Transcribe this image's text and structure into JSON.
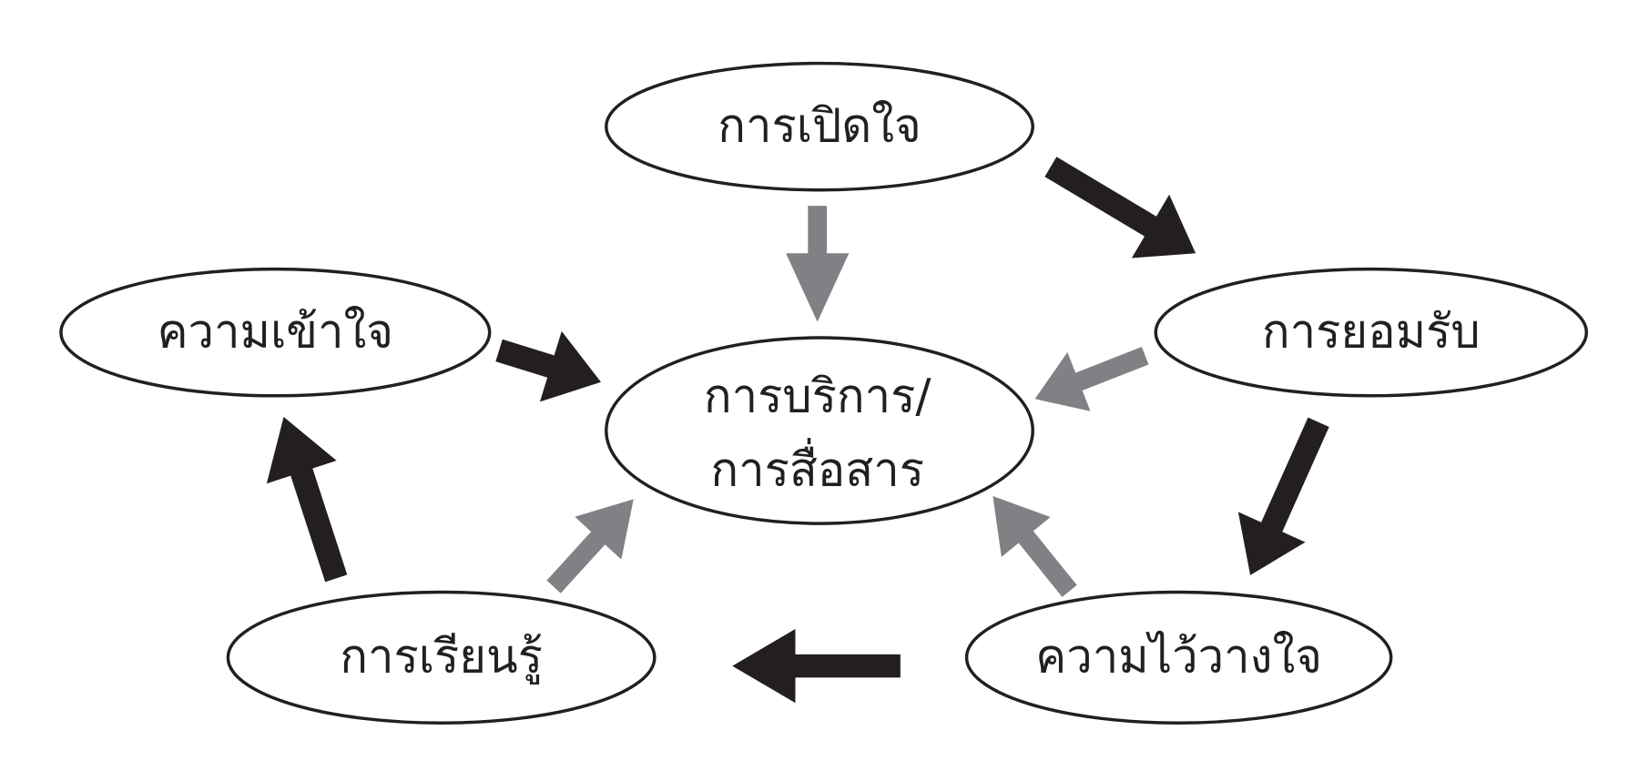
{
  "nodes": {
    "center_line1": "การบริการ/",
    "center_line2": "การสื่อสาร",
    "top": "การเปิดใจ",
    "right": "การยอมรับ",
    "bottom_right": "ความไว้วางใจ",
    "bottom_left": "การเรียนรู้",
    "left": "ความเข้าใจ"
  },
  "colors": {
    "cycle_arrow": "#231f20",
    "center_arrow": "#808184"
  }
}
